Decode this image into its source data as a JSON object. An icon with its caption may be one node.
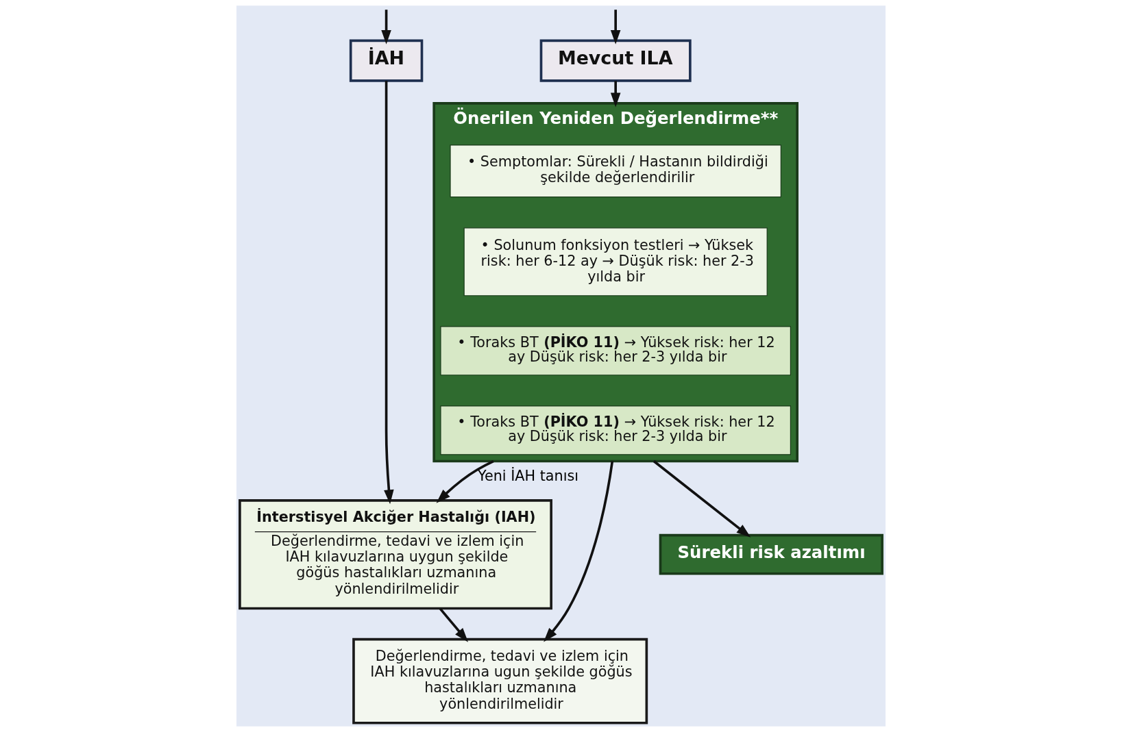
{
  "diagram": {
    "nodes": [
      {
        "text": [
          "Mevcut ILA"
        ]
      },
      {
        "text": [
          "İAH"
        ]
      },
      {
        "text": [
          "Önerilen Yeniden Değerlendirme**"
        ]
      },
      {
        "text": [
          "• Semptomlar: Sürekli / Hastanın bildirdiği şekilde değerlendirilir"
        ],
        "in": 2
      },
      {
        "text": [
          "• Solunum fonksiyon testleri → Yüksek risk: her 6-12 ay → Düşük risk: her 2-3 yılda bir"
        ],
        "in": 2
      },
      {
        "text": [
          "• Toraks BT **(PİKO 11)** → Yüksek risk: her 12 ay Düşük risk: her 2-3 yılda bir"
        ],
        "in": 2
      },
      {
        "text": [
          "• Toraks BT **(PİKO 11)** → Yüksek risk: her 12 ay Düşük risk: her 2-3 yılda bir"
        ],
        "in": 2
      },
      {
        "text": [
          "İnterstisyel Akciğer Hastalığı (IAH)",
          "Değerlendirme, tedavi ve izlem için IAH kılavuzlarına uygun şekilde göğüs hastalıkları uzmanına yönlendirilmelidir"
        ]
      },
      {
        "text": [
          "Değerlendirme, tedavi ve izlem için IAH kılavuzlarına ugun şekilde göğüs hastalıkları uzmanına yönlendirilmelidir"
        ]
      },
      {
        "text": [
          "Sürekli risk azaltımı"
        ]
      }
    ],
    "edges": [
      {
        "from": null,
        "to": 0,
        "arrow": "to"
      },
      {
        "from": null,
        "to": 1,
        "arrow": "to"
      },
      {
        "from": 0,
        "to": 2,
        "arrow": "to"
      },
      {
        "from": 2,
        "to": 7,
        "arrow": "to",
        "label": "Yeni İAH tanısı"
      },
      {
        "from": 1,
        "to": 7,
        "arrow": "to"
      },
      {
        "from": 7,
        "to": 8,
        "arrow": "to"
      },
      {
        "from": 2,
        "to": 8,
        "arrow": "to"
      },
      {
        "from": 2,
        "to": 9,
        "arrow": "to"
      }
    ]
  }
}
